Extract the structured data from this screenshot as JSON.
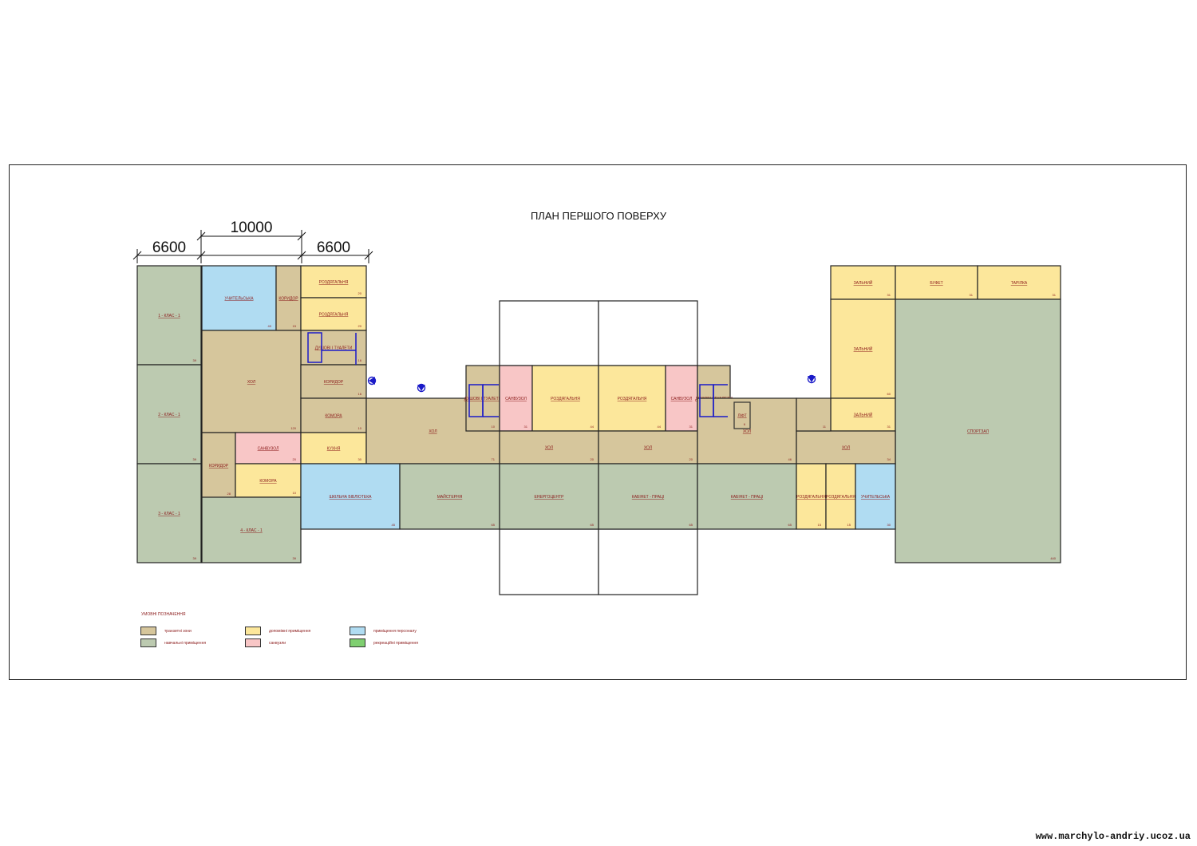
{
  "title": "ПЛАН ПЕРШОГО ПОВЕРХУ",
  "dimensions": [
    "6600",
    "10000",
    "6600"
  ],
  "colors": {
    "circulation": "#d6c69c",
    "education": "#bccab0",
    "support": "#fce79b",
    "staff": "#b0dcf2",
    "sanitary": "#f8c6c6",
    "recreation": "#7fcf70",
    "blue_lines": "#1a1ac8",
    "label": "#8b1a1a"
  },
  "rooms": [
    {
      "label": "1 - КЛАС - 1",
      "num": "39",
      "type": "education"
    },
    {
      "label": "2 - КЛАС - 1",
      "num": "39",
      "type": "education"
    },
    {
      "label": "3 - КЛАС - 1",
      "num": "39",
      "type": "education"
    },
    {
      "label": "УЧИТЕЛЬСЬКА",
      "num": "40",
      "type": "staff"
    },
    {
      "label": "КОРИДОР",
      "num": "15",
      "type": "circulation"
    },
    {
      "label": "РОЗДЯГАЛЬНЯ",
      "num": "20",
      "type": "support"
    },
    {
      "label": "РОЗДЯГАЛЬНЯ",
      "num": "20",
      "type": "support"
    },
    {
      "label": "ДУШОВІ І ТУАЛЕТИ",
      "num": "16",
      "type": "circulation"
    },
    {
      "label": "ХОЛ",
      "num": "120",
      "type": "circulation"
    },
    {
      "label": "КОРИДОР",
      "num": "16",
      "type": "circulation"
    },
    {
      "label": "КОМОРА",
      "num": "10",
      "type": "circulation"
    },
    {
      "label": "КОРИДОР",
      "num": "28",
      "type": "circulation"
    },
    {
      "label": "САНВУЗОЛ",
      "num": "20",
      "type": "sanitary"
    },
    {
      "label": "КОМОРА",
      "num": "10",
      "type": "support"
    },
    {
      "label": "КУХНЯ",
      "num": "30",
      "type": "support"
    },
    {
      "label": "4 - КЛАС - 1",
      "num": "39",
      "type": "education"
    },
    {
      "label": "ХОЛ",
      "num": "71",
      "type": "circulation"
    },
    {
      "label": "ДУШОВІ І ТУАЛЕТИ",
      "num": "10",
      "type": "circulation"
    },
    {
      "label": "САНВУЗОЛ",
      "num": "31",
      "type": "sanitary"
    },
    {
      "label": "РОЗДЯГАЛЬНЯ",
      "num": "44",
      "type": "support"
    },
    {
      "label": "РОЗДЯГАЛЬНЯ",
      "num": "44",
      "type": "support"
    },
    {
      "label": "САНВУЗОЛ",
      "num": "31",
      "type": "sanitary"
    },
    {
      "label": "ДУШОВІ І ТУАЛЕТИ",
      "num": "10",
      "type": "circulation"
    },
    {
      "label": "ХОЛ",
      "num": "20",
      "type": "circulation"
    },
    {
      "label": "ХОЛ",
      "num": "20",
      "type": "circulation"
    },
    {
      "label": "ХОЛ",
      "num": "46",
      "type": "circulation"
    },
    {
      "label": "ЛІФТ",
      "num": "6",
      "type": "circulation"
    },
    {
      "label": "ШКІЛЬНА БІБЛІОТЕКА",
      "num": "45",
      "type": "staff"
    },
    {
      "label": "МАЙСТЕРНЯ",
      "num": "65",
      "type": "education"
    },
    {
      "label": "ЕНЕРГОЦЕНТР",
      "num": "65",
      "type": "education"
    },
    {
      "label": "КАБІНЕТ - ПРАЦІ",
      "num": "65",
      "type": "education"
    },
    {
      "label": "КАБІНЕТ - ПРАЦІ",
      "num": "65",
      "type": "education"
    },
    {
      "label": "ЗАЛЬНИЙ",
      "num": "31",
      "type": "support"
    },
    {
      "label": "БУФЕТ",
      "num": "31",
      "type": "support"
    },
    {
      "label": "ТАРІЛКА",
      "num": "31",
      "type": "support"
    },
    {
      "label": "ЗАЛЬНИЙ",
      "num": "60",
      "type": "support"
    },
    {
      "label": "ЗАЛЬНИЙ",
      "num": "31",
      "type": "support"
    },
    {
      "label": "СПОРТЗАЛ",
      "num": "440",
      "type": "education"
    },
    {
      "label": "ХОЛ",
      "num": "34",
      "type": "circulation"
    },
    {
      "label": "",
      "num": "11",
      "type": "circulation"
    },
    {
      "label": "РОЗДЯГАЛЬНЯ",
      "num": "15",
      "type": "support"
    },
    {
      "label": "РОЗДЯГАЛЬНЯ",
      "num": "15",
      "type": "support"
    },
    {
      "label": "УЧИТЕЛЬСЬКА",
      "num": "30",
      "type": "staff"
    }
  ],
  "legend": {
    "title": "УМОВНІ ПОЗНАЧЕННЯ",
    "items": [
      {
        "label": "транзитні зони",
        "type": "circulation"
      },
      {
        "label": "навчальні приміщення",
        "type": "education"
      },
      {
        "label": "допоміжні приміщення",
        "type": "support"
      },
      {
        "label": "санвузли",
        "type": "sanitary"
      },
      {
        "label": "приміщення персоналу",
        "type": "staff"
      },
      {
        "label": "рекреаційні приміщення",
        "type": "recreation"
      }
    ]
  },
  "watermark": "www.marchylo-andriy.ucoz.ua"
}
